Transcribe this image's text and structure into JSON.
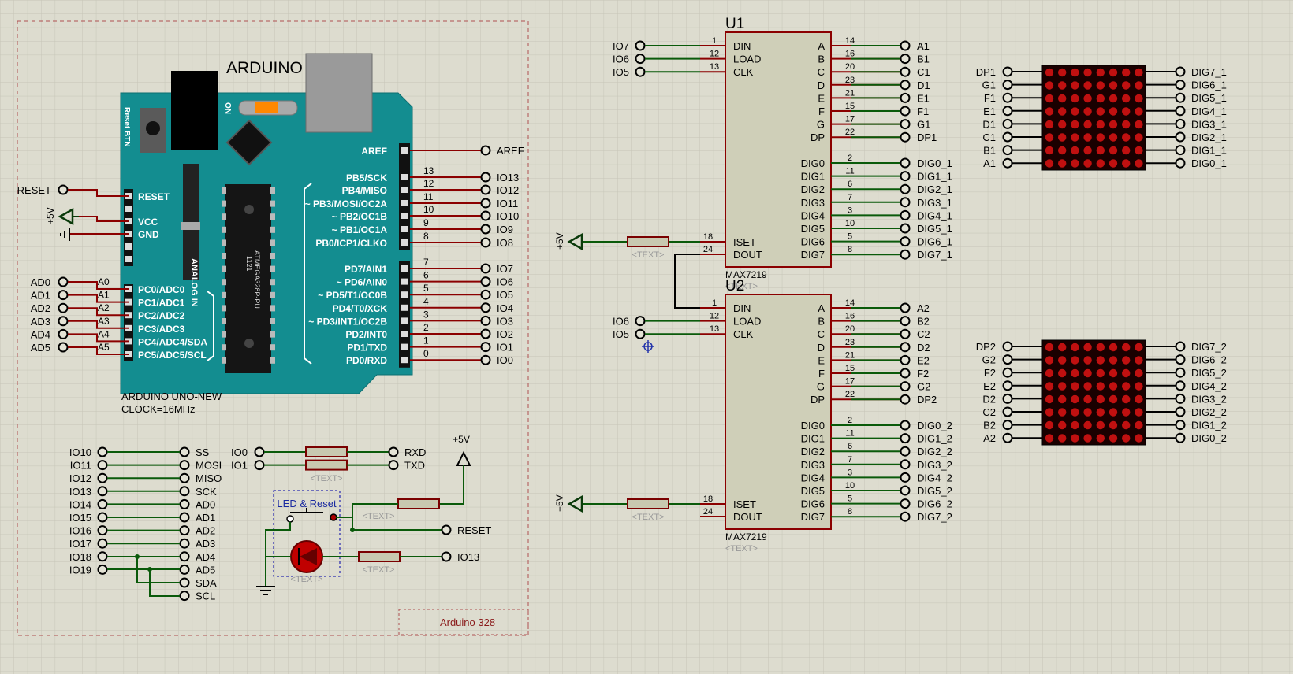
{
  "board": {
    "title": "ARDUINO",
    "name_line1": "ARDUINO UNO-NEW",
    "name_line2": "CLOCK=16MHz",
    "reset_btn_label": "Reset BTN",
    "on_label": "ON",
    "analog_in_label": "ANALOG IN",
    "chip_label_1": "1121",
    "chip_label_2": "ATMEGA328P-PU",
    "power_pins": [
      "RESET",
      "VCC",
      "GND"
    ],
    "analog_pins": [
      "PC0/ADC0",
      "PC1/ADC1",
      "PC2/ADC2",
      "PC3/ADC3",
      "PC4/ADC4/SDA",
      "PC5/ADC5/SCL"
    ],
    "analog_pin_nums": [
      "A0",
      "A1",
      "A2",
      "A3",
      "A4",
      "A5"
    ],
    "analog_nets": [
      "AD0",
      "AD1",
      "AD2",
      "AD3",
      "AD4",
      "AD5"
    ],
    "reset_net": "RESET",
    "vcc_net": "+5V",
    "digital_high": [
      {
        "label": "AREF",
        "num": "",
        "net": "AREF"
      },
      {
        "label": "PB5/SCK",
        "num": "13",
        "net": "IO13"
      },
      {
        "label": "PB4/MISO",
        "num": "12",
        "net": "IO12"
      },
      {
        "label": "~ PB3/MOSI/OC2A",
        "num": "11",
        "net": "IO11"
      },
      {
        "label": "~ PB2/OC1B",
        "num": "10",
        "net": "IO10"
      },
      {
        "label": "~ PB1/OC1A",
        "num": "9",
        "net": "IO9"
      },
      {
        "label": "PB0/ICP1/CLKO",
        "num": "8",
        "net": "IO8"
      }
    ],
    "digital_low": [
      {
        "label": "PD7/AIN1",
        "num": "7",
        "net": "IO7"
      },
      {
        "label": "~ PD6/AIN0",
        "num": "6",
        "net": "IO6"
      },
      {
        "label": "~ PD5/T1/OC0B",
        "num": "5",
        "net": "IO5"
      },
      {
        "label": "PD4/T0/XCK",
        "num": "4",
        "net": "IO4"
      },
      {
        "label": "~ PD3/INT1/OC2B",
        "num": "3",
        "net": "IO3"
      },
      {
        "label": "PD2/INT0",
        "num": "2",
        "net": "IO2"
      },
      {
        "label": "PD1/TXD",
        "num": "1",
        "net": "IO1"
      },
      {
        "label": "PD0/RXD",
        "num": "0",
        "net": "IO0"
      }
    ]
  },
  "aliases": {
    "left": [
      "IO10",
      "IO11",
      "IO12",
      "IO13",
      "IO14",
      "IO15",
      "IO16",
      "IO17",
      "IO18",
      "IO19"
    ],
    "right": [
      "SS",
      "MOSI",
      "MISO",
      "SCK",
      "AD0",
      "AD1",
      "AD2",
      "AD3",
      "AD4",
      "AD5",
      "SDA",
      "SCL"
    ]
  },
  "serial": {
    "in": [
      "IO0",
      "IO1"
    ],
    "out": [
      "RXD",
      "TXD"
    ],
    "text": "<TEXT>"
  },
  "led_reset": {
    "title": "LED & Reset",
    "vcc": "+5V",
    "reset_net": "RESET",
    "led_net": "IO13",
    "text": "<TEXT>"
  },
  "frame_label": "Arduino 328",
  "drivers": [
    {
      "ref": "U1",
      "part": "MAX7219",
      "text": "<TEXT>",
      "in_nets": [
        "IO7",
        "IO6",
        "IO5"
      ],
      "left_pins": [
        {
          "name": "DIN",
          "num": "1"
        },
        {
          "name": "LOAD",
          "num": "12"
        },
        {
          "name": "CLK",
          "num": "13"
        }
      ],
      "seg_pins": [
        "A",
        "B",
        "C",
        "D",
        "E",
        "F",
        "G",
        "DP"
      ],
      "seg_nums": [
        "14",
        "16",
        "20",
        "23",
        "21",
        "15",
        "17",
        "22"
      ],
      "seg_nets": [
        "A1",
        "B1",
        "C1",
        "D1",
        "E1",
        "F1",
        "G1",
        "DP1"
      ],
      "dig_pins": [
        "DIG0",
        "DIG1",
        "DIG2",
        "DIG3",
        "DIG4",
        "DIG5",
        "DIG6",
        "DIG7"
      ],
      "dig_nums": [
        "2",
        "11",
        "6",
        "7",
        "3",
        "10",
        "5",
        "8"
      ],
      "dig_nets": [
        "DIG0_1",
        "DIG1_1",
        "DIG2_1",
        "DIG3_1",
        "DIG4_1",
        "DIG5_1",
        "DIG6_1",
        "DIG7_1"
      ],
      "iset": {
        "name": "ISET",
        "num": "18"
      },
      "dout": {
        "name": "DOUT",
        "num": "24"
      },
      "vcc": "+5V"
    },
    {
      "ref": "U2",
      "part": "MAX7219",
      "text": "<TEXT>",
      "in_nets": [
        "IO6",
        "IO5"
      ],
      "left_pins": [
        {
          "name": "DIN",
          "num": "1"
        },
        {
          "name": "LOAD",
          "num": "12"
        },
        {
          "name": "CLK",
          "num": "13"
        }
      ],
      "seg_pins": [
        "A",
        "B",
        "C",
        "D",
        "E",
        "F",
        "G",
        "DP"
      ],
      "seg_nums": [
        "14",
        "16",
        "20",
        "23",
        "21",
        "15",
        "17",
        "22"
      ],
      "seg_nets": [
        "A2",
        "B2",
        "C2",
        "D2",
        "E2",
        "F2",
        "G2",
        "DP2"
      ],
      "dig_pins": [
        "DIG0",
        "DIG1",
        "DIG2",
        "DIG3",
        "DIG4",
        "DIG5",
        "DIG6",
        "DIG7"
      ],
      "dig_nums": [
        "2",
        "11",
        "6",
        "7",
        "3",
        "10",
        "5",
        "8"
      ],
      "dig_nets": [
        "DIG0_2",
        "DIG1_2",
        "DIG2_2",
        "DIG3_2",
        "DIG4_2",
        "DIG5_2",
        "DIG6_2",
        "DIG7_2"
      ],
      "iset": {
        "name": "ISET",
        "num": "18"
      },
      "dout": {
        "name": "DOUT",
        "num": "24"
      },
      "vcc": "+5V"
    }
  ],
  "matrices": [
    {
      "left": [
        "DP1",
        "G1",
        "F1",
        "E1",
        "D1",
        "C1",
        "B1",
        "A1"
      ],
      "right": [
        "DIG7_1",
        "DIG6_1",
        "DIG5_1",
        "DIG4_1",
        "DIG3_1",
        "DIG2_1",
        "DIG1_1",
        "DIG0_1"
      ]
    },
    {
      "left": [
        "DP2",
        "G2",
        "F2",
        "E2",
        "D2",
        "C2",
        "B2",
        "A2"
      ],
      "right": [
        "DIG7_2",
        "DIG6_2",
        "DIG5_2",
        "DIG4_2",
        "DIG3_2",
        "DIG2_2",
        "DIG1_2",
        "DIG0_2"
      ]
    }
  ],
  "colors": {
    "wire": "#0a5a0a",
    "pin": "#8b0000",
    "board": "#138d90",
    "ic_fill": "#cfcfb8",
    "led": "#c00000",
    "matrix": "#1a0000"
  }
}
